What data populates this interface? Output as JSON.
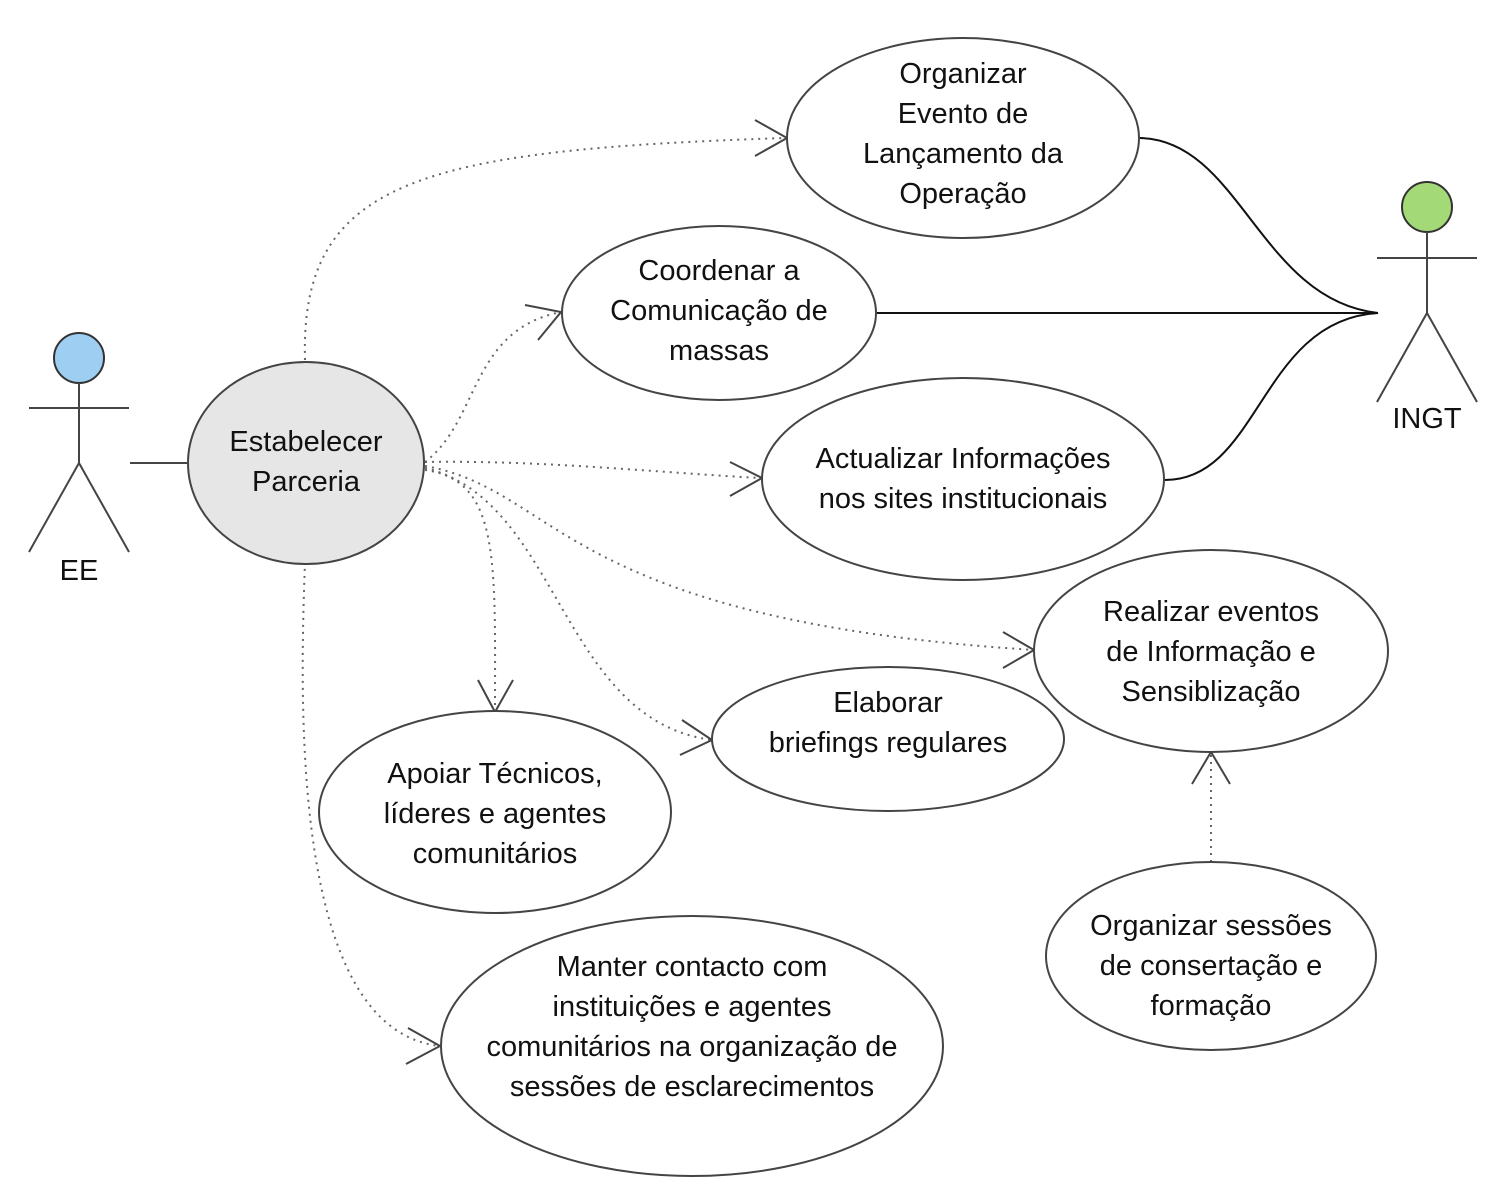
{
  "diagram": {
    "type": "use-case",
    "actors": [
      {
        "id": "ee",
        "label": "EE",
        "color": "#9ecff2"
      },
      {
        "id": "ingt",
        "label": "INGT",
        "color": "#a3d977"
      }
    ],
    "use_cases": {
      "estabelecer": [
        "Estabelecer",
        "Parceria"
      ],
      "organizar_evento": [
        "Organizar",
        "Evento de",
        "Lançamento da",
        "Operação"
      ],
      "coordenar": [
        "Coordenar a",
        "Comunicação de",
        "massas"
      ],
      "actualizar": [
        "Actualizar Informações",
        "nos sites institucionais"
      ],
      "realizar": [
        "Realizar eventos",
        "de Informação e",
        "Sensiblização"
      ],
      "elaborar": [
        "Elaborar",
        "briefings regulares"
      ],
      "apoiar": [
        "Apoiar Técnicos,",
        "líderes e agentes",
        "comunitários"
      ],
      "manter": [
        "Manter contacto com",
        "instituições e agentes",
        "comunitários na organização de",
        "sessões de esclarecimentos"
      ],
      "organizar_sessoes": [
        "Organizar sessões",
        "de consertação e",
        "formação"
      ]
    },
    "relations": [
      {
        "from": "EE",
        "to": "Estabelecer Parceria",
        "kind": "association"
      },
      {
        "from": "Estabelecer Parceria",
        "to": "Organizar Evento de Lançamento da Operação",
        "kind": "dependency"
      },
      {
        "from": "Estabelecer Parceria",
        "to": "Coordenar a Comunicação de massas",
        "kind": "dependency"
      },
      {
        "from": "Estabelecer Parceria",
        "to": "Actualizar Informações nos sites institucionais",
        "kind": "dependency"
      },
      {
        "from": "Estabelecer Parceria",
        "to": "Realizar eventos de Informação e Sensiblização",
        "kind": "dependency"
      },
      {
        "from": "Estabelecer Parceria",
        "to": "Elaborar briefings regulares",
        "kind": "dependency"
      },
      {
        "from": "Estabelecer Parceria",
        "to": "Apoiar Técnicos, líderes e agentes comunitários",
        "kind": "dependency"
      },
      {
        "from": "Estabelecer Parceria",
        "to": "Manter contacto com instituições e agentes comunitários na organização de sessões de esclarecimentos",
        "kind": "dependency"
      },
      {
        "from": "Organizar sessões de consertação e formação",
        "to": "Realizar eventos de Informação e Sensiblização",
        "kind": "dependency"
      },
      {
        "from": "INGT",
        "to": "Organizar Evento de Lançamento da Operação",
        "kind": "association"
      },
      {
        "from": "INGT",
        "to": "Coordenar a Comunicação de massas",
        "kind": "association"
      },
      {
        "from": "INGT",
        "to": "Actualizar Informações nos sites institucionais",
        "kind": "association"
      }
    ]
  }
}
